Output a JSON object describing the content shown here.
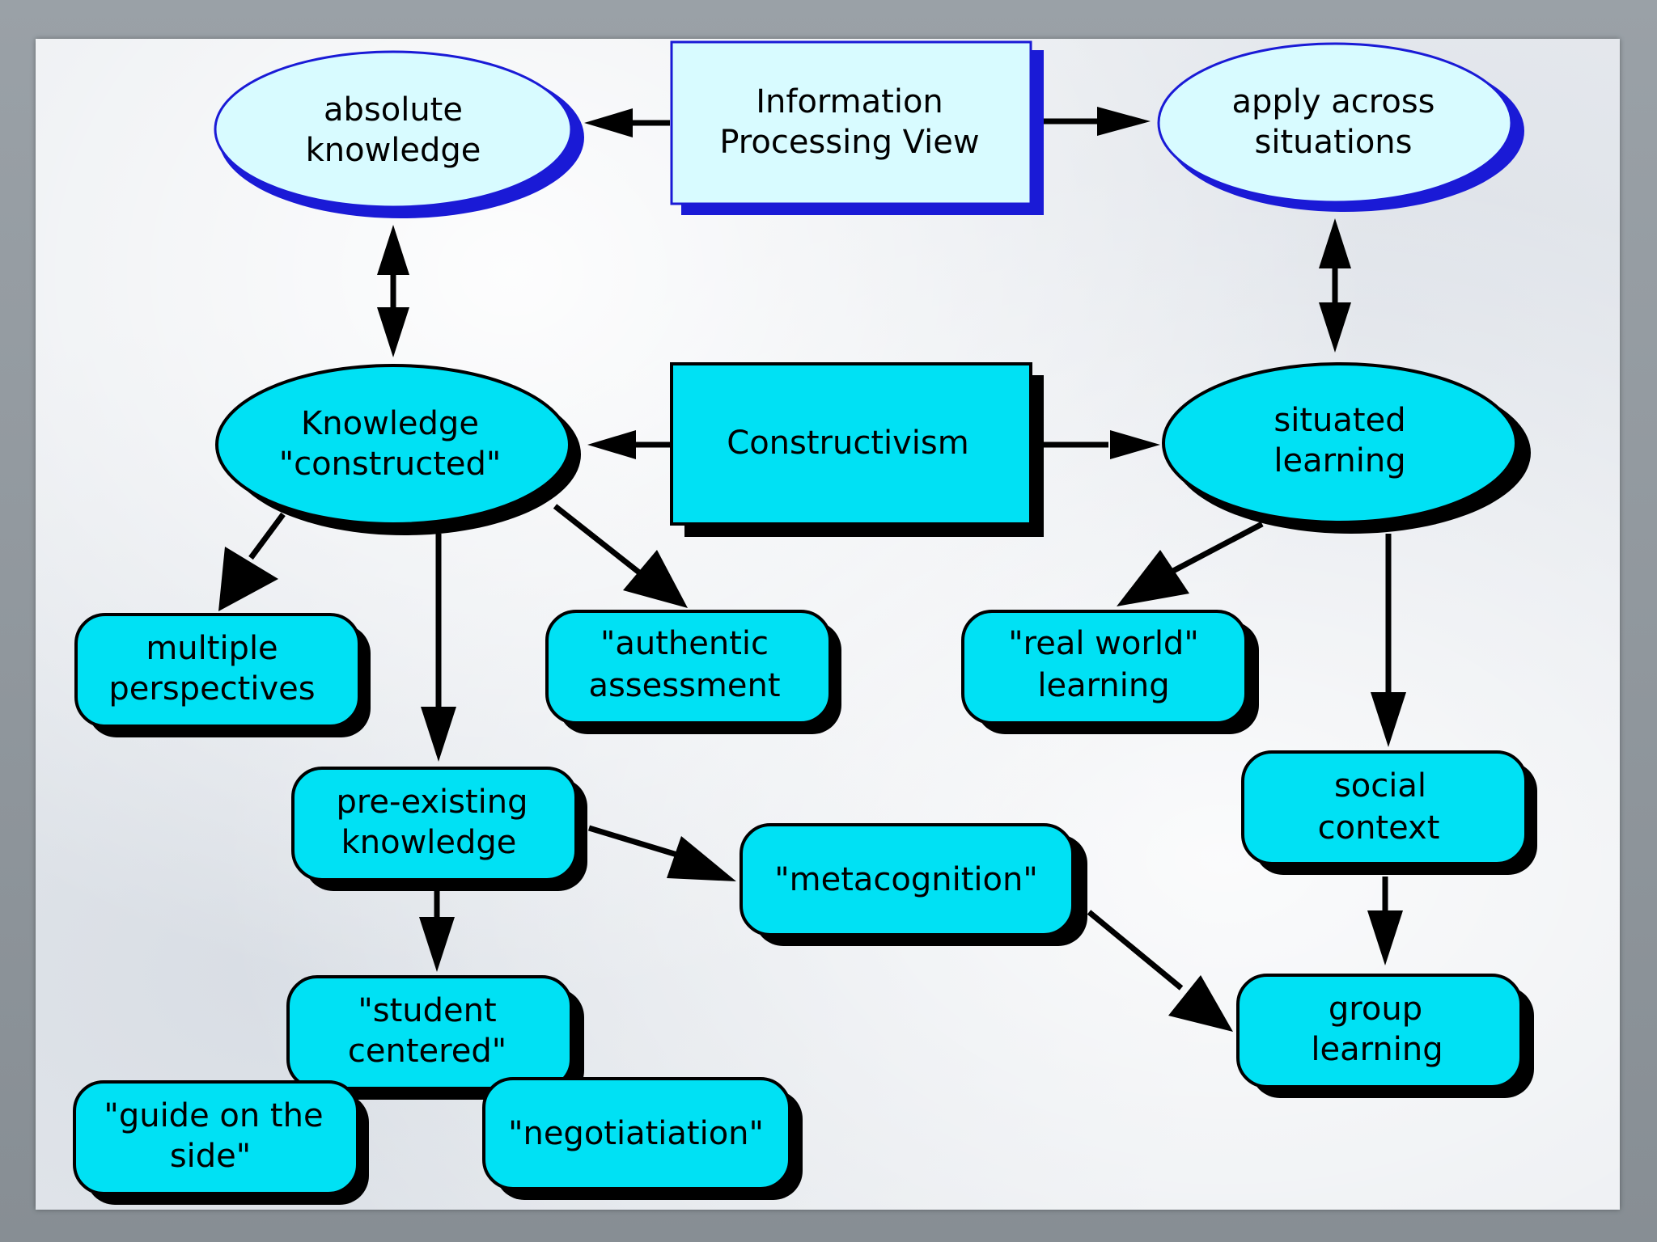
{
  "colors": {
    "node_fill_dark": "#00e1f4",
    "node_fill_light": "#d8fbff",
    "top_outline": "#1a1ad6",
    "arrow": "#000000"
  },
  "nodes": {
    "absolute_knowledge": {
      "line1": "absolute",
      "line2": "knowledge"
    },
    "information_processing_view": {
      "line1": "Information",
      "line2": "Processing View"
    },
    "apply_across_situations": {
      "line1": "apply across",
      "line2": "situations"
    },
    "knowledge_constructed": {
      "line1": "Knowledge",
      "line2": "\"constructed\""
    },
    "constructivism": {
      "line1": "Constructivism"
    },
    "situated_learning": {
      "line1": "situated",
      "line2": "learning"
    },
    "multiple_perspectives": {
      "line1": "multiple",
      "line2": "perspectives"
    },
    "authentic_assessment": {
      "line1": "\"authentic",
      "line2": "assessment"
    },
    "real_world_learning": {
      "line1": "\"real world\"",
      "line2": "learning"
    },
    "pre_existing_knowledge": {
      "line1": "pre-existing",
      "line2": "knowledge"
    },
    "metacognition": {
      "line1": "\"metacognition\""
    },
    "social_context": {
      "line1": "social",
      "line2": "context"
    },
    "student_centered": {
      "line1": "\"student",
      "line2": "centered\""
    },
    "group_learning": {
      "line1": "group",
      "line2": "learning"
    },
    "guide_on_the_side": {
      "line1": "\"guide on the",
      "line2": "side\""
    },
    "negotiation": {
      "line1": "\"negotiatiation\""
    }
  }
}
